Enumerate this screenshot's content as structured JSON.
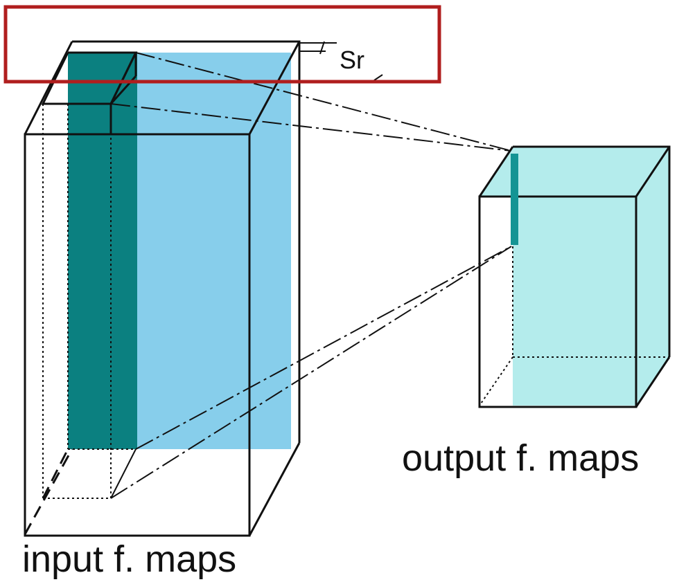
{
  "labels": {
    "stride": "Sr",
    "input": "input f. maps",
    "output": "output f. maps"
  },
  "colors": {
    "input_fill": "#87CEEB",
    "receptive_field": "#0B8080",
    "output_fill": "#B4ECEC",
    "output_column": "#149494",
    "highlight_box": "#B01E1E",
    "line": "#111111"
  }
}
